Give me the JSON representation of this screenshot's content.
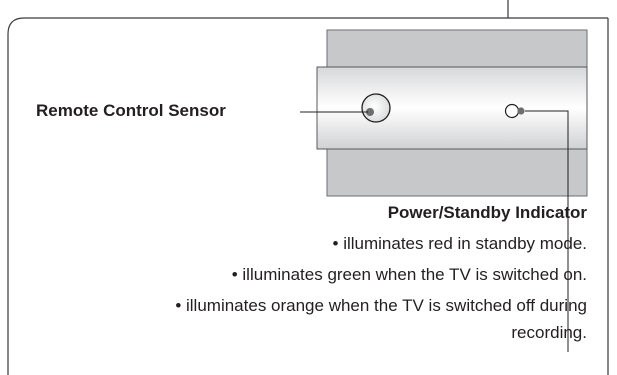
{
  "labels": {
    "remote_sensor": "Remote Control Sensor",
    "power_indicator": "Power/Standby Indicator"
  },
  "notes": [
    "• illuminates red in standby mode.",
    "• illuminates green when the TV is switched on.",
    "• illuminates orange when the TV is switched off during",
    "recording."
  ],
  "colors": {
    "ink": "#231f20",
    "panel_gray": "#c7c8ca",
    "panel_band": "#e4e5e6",
    "border": "#3a3a3a"
  }
}
